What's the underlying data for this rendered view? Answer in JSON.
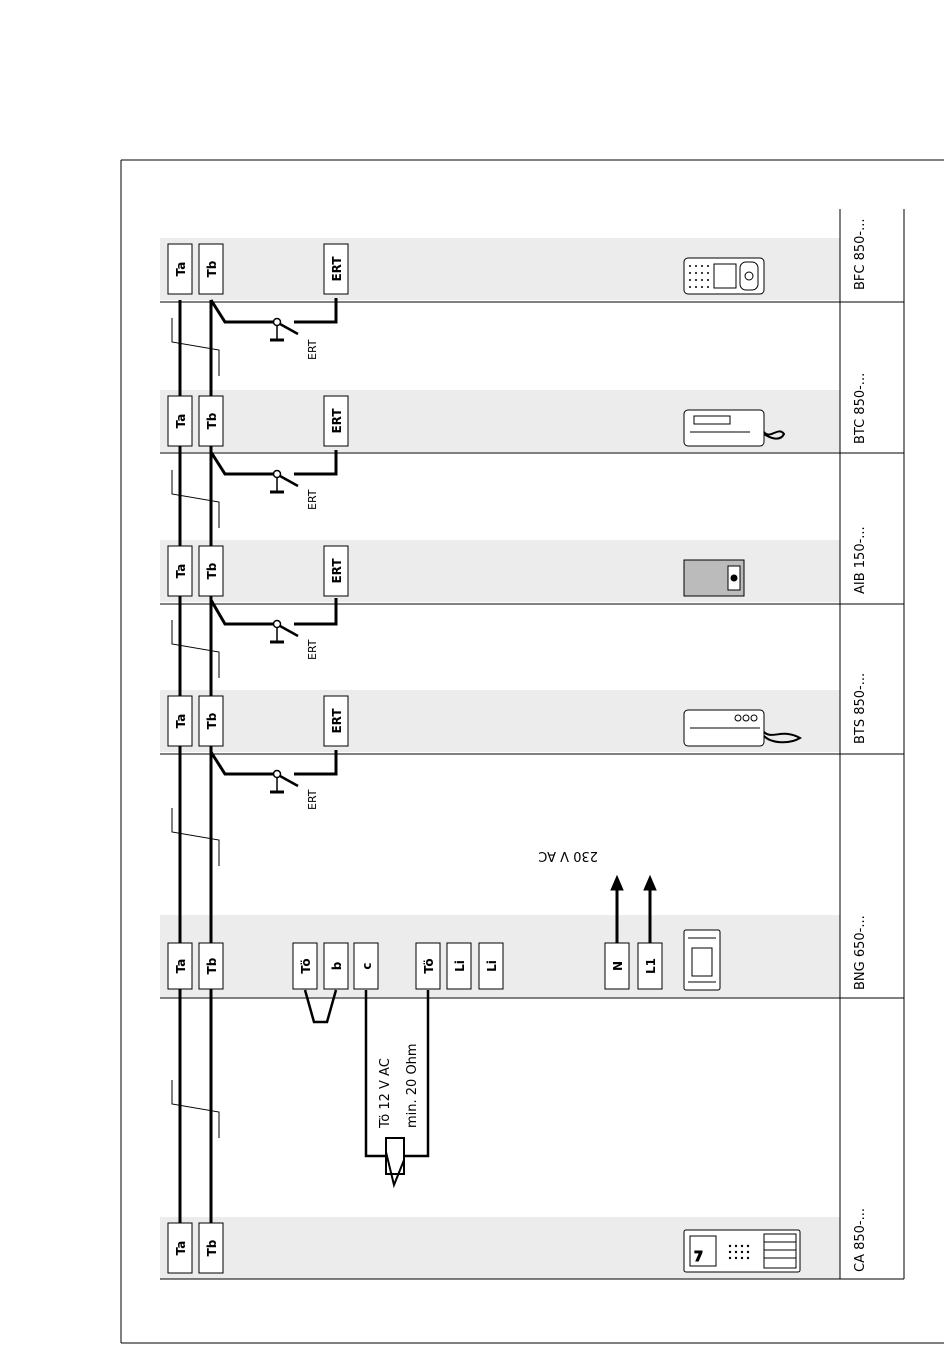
{
  "devices": [
    {
      "id": "bfc",
      "name": "BFC 850-..."
    },
    {
      "id": "btc",
      "name": "BTC 850-..."
    },
    {
      "id": "aib",
      "name": "AIB 150-..."
    },
    {
      "id": "bts",
      "name": "BTS 850-..."
    },
    {
      "id": "bng",
      "name": "BNG 650-..."
    },
    {
      "id": "ca",
      "name": "CA 850-..."
    }
  ],
  "terminals": {
    "ta": "Ta",
    "tb": "Tb",
    "ert": "ERT",
    "to": "Tö",
    "b": "b",
    "c": "c",
    "li": "Li",
    "n": "N",
    "l1": "L1"
  },
  "switch_label": "ERT",
  "annotations": {
    "voltage_mains": "230 V AC",
    "opener_voltage": "Tö 12 V AC",
    "opener_resistance": "min. 20 Ohm"
  },
  "panel_code": "7"
}
